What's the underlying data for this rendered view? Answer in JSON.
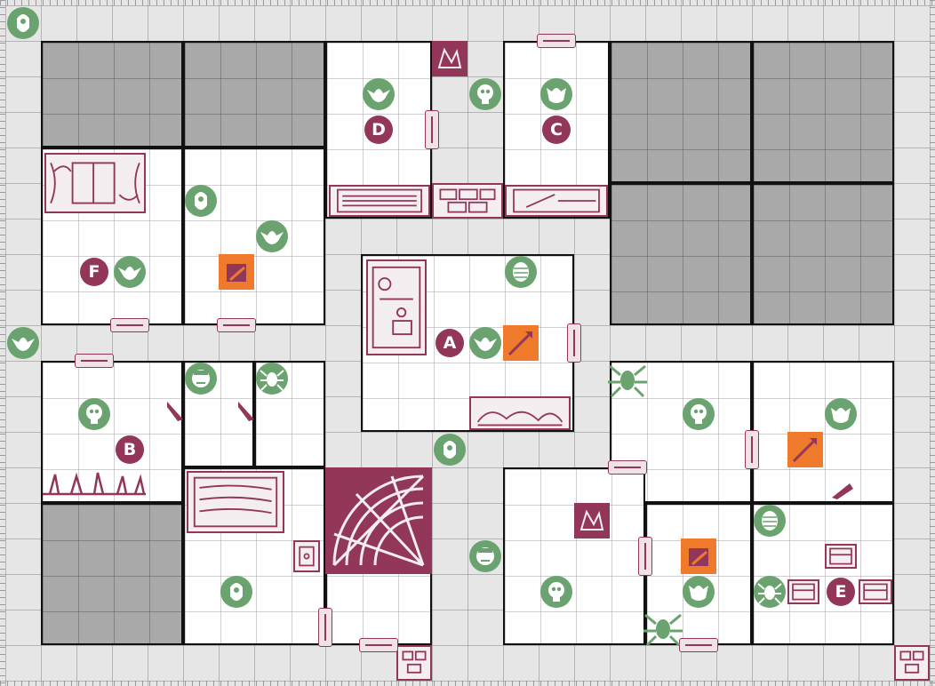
{
  "quest_map": {
    "board": {
      "columns": 26,
      "rows": 19
    },
    "room_labels": [
      "A",
      "B",
      "C",
      "D",
      "E",
      "F"
    ],
    "colors": {
      "monster_token": "#6aa36f",
      "furniture": "#93375a",
      "trap": "#f07a2c",
      "solid_rock": "#a9a9a9",
      "room_floor": "#ffffff",
      "corridor": "#e6e6e6"
    },
    "monster_types": [
      "goblin-icon",
      "orc-icon",
      "skeleton-icon",
      "zombie-icon",
      "fimir-icon",
      "mummy-icon"
    ]
  }
}
